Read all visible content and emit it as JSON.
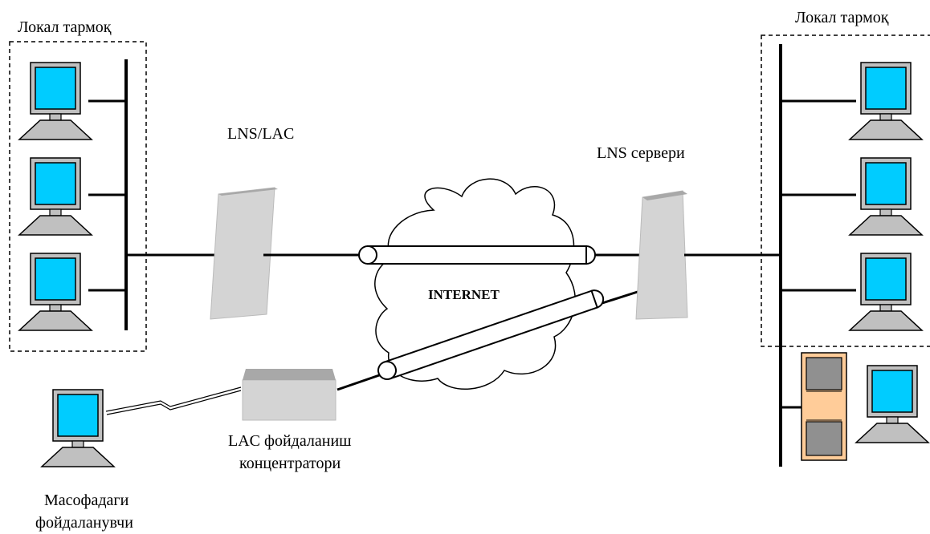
{
  "labels": {
    "local_net_left": "Локал тармоқ",
    "local_net_right": "Локал тармоқ",
    "lns_lac": "LNS/LAC",
    "lns_server": "LNS сервери",
    "internet": "INTERNET",
    "lac_line1": "LAC фойдаланиш",
    "lac_line2": "концентратори",
    "remote_line1": "Масофадаги",
    "remote_line2": "фойдаланувчи"
  },
  "colors": {
    "screen": "#00ccff",
    "monitor_frame": "#c0c0c0",
    "device_face": "#d4d4d4",
    "device_side": "#a8a8a8",
    "server_panel": "#ffcc99",
    "server_drive": "#909090",
    "line": "#000000"
  },
  "icons": {
    "workstation": "computer-icon",
    "router": "router-icon",
    "cloud": "cloud-icon",
    "tunnel": "tunnel-pipe-icon",
    "concentrator": "access-concentrator-icon",
    "server": "server-rack-icon",
    "link": "lightning-link-icon"
  }
}
